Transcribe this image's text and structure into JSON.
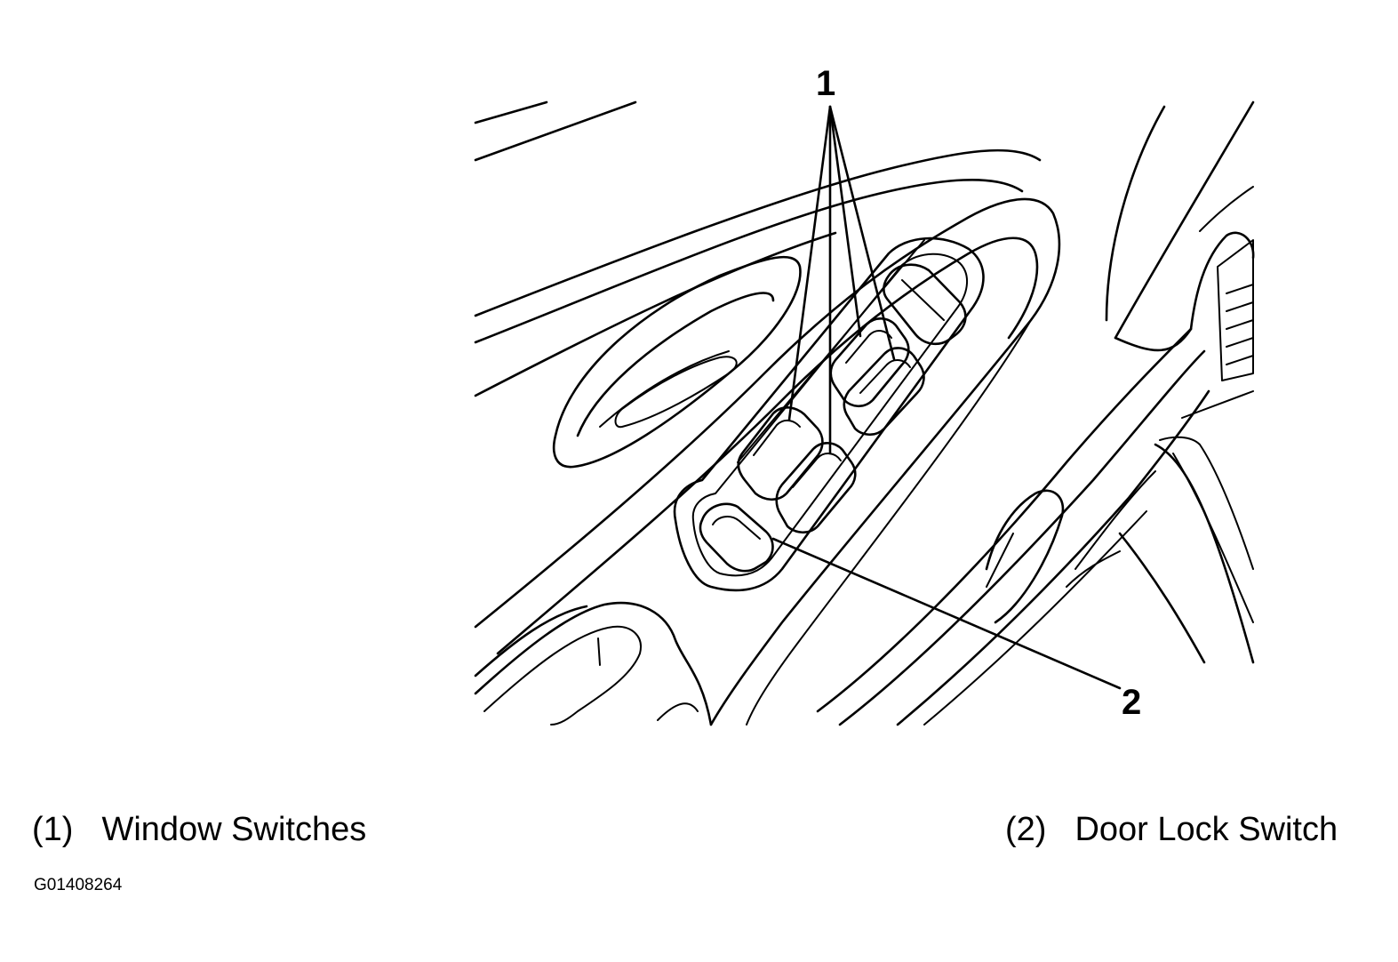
{
  "callouts": {
    "c1": "1",
    "c2": "2"
  },
  "legend": [
    {
      "number": "(1)",
      "label": "Window Switches"
    },
    {
      "number": "(2)",
      "label": "Door Lock Switch"
    }
  ],
  "figure_id": "G01408264"
}
